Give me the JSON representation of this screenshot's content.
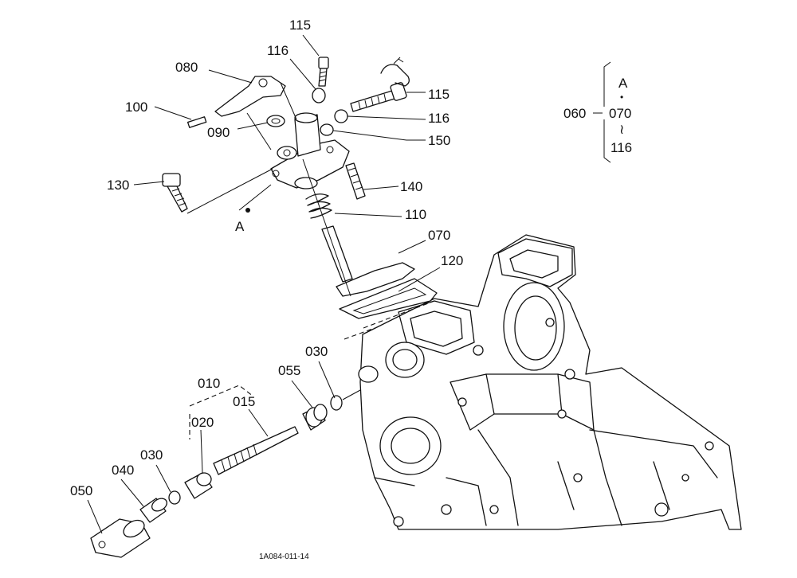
{
  "labels": {
    "p115_top": "115",
    "p116_top": "116",
    "p080": "080",
    "p100": "100",
    "p090": "090",
    "p115_right": "115",
    "p116_right": "116",
    "p150": "150",
    "p130": "130",
    "p140": "140",
    "p110": "110",
    "p070": "070",
    "p120": "120",
    "pA": "A",
    "p030_top": "030",
    "p055": "055",
    "p010": "010",
    "p015": "015",
    "p020": "020",
    "p030_bottom": "030",
    "p040": "040",
    "p050": "050"
  },
  "assembly_note": {
    "group": "060",
    "top": "A",
    "dot": "•",
    "mid": "070",
    "tilde": "≀",
    "bottom": "116"
  },
  "drawing_code": "1A084-011-14"
}
